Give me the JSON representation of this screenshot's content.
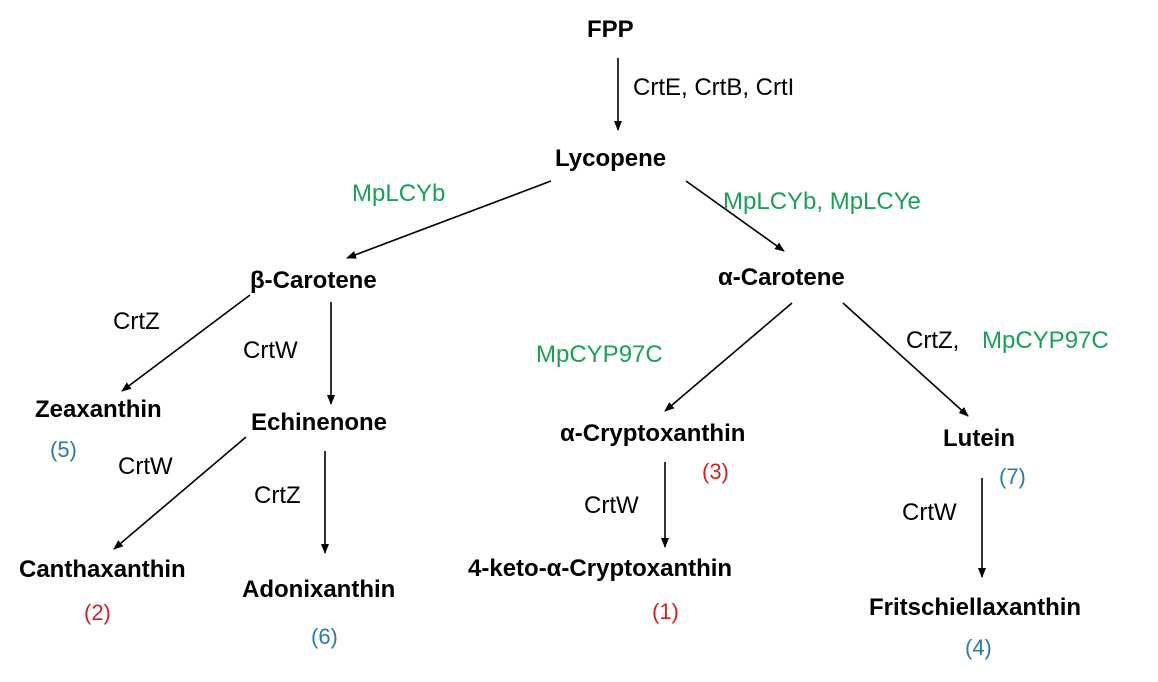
{
  "colors": {
    "black": "#000000",
    "green": "#1aa157",
    "red": "#d62020",
    "blue": "#2a7ab0"
  },
  "compounds": {
    "fpp": "FPP",
    "lycopene": "Lycopene",
    "beta_carotene": "β-Carotene",
    "alpha_carotene": "α-Carotene",
    "zeaxanthin": "Zeaxanthin",
    "echinenone": "Echinenone",
    "alpha_cryptoxanthin": "α-Cryptoxanthin",
    "lutein": "Lutein",
    "canthaxanthin": "Canthaxanthin",
    "adonixanthin": "Adonixanthin",
    "keto_alpha_cryptoxanthin": "4-keto-α-Cryptoxanthin",
    "fritschiellaxanthin": "Fritschiellaxanthin"
  },
  "numbers": {
    "zeaxanthin": "(5)",
    "canthaxanthin": "(2)",
    "adonixanthin": "(6)",
    "alpha_cryptoxanthin": "(3)",
    "keto_alpha_cryptoxanthin": "(1)",
    "lutein": "(7)",
    "fritschiellaxanthin": "(4)"
  },
  "enzymes": {
    "crte_crtb_crti": "CrtE, CrtB, CrtI",
    "mplcyb_left": "MpLCYb",
    "mplcyb_mplcye": "MpLCYb, MpLCYe",
    "crtz_zeaxanthin": "CrtZ",
    "crtw_echinenone": "CrtW",
    "crtw_canthaxanthin": "CrtW",
    "crtz_adonixanthin": "CrtZ",
    "mpcyp97c": "MpCYP97C",
    "crtz_lutein_prefix": "CrtZ,",
    "mpcyp97c_lutein": "MpCYP97C",
    "crtw_keto": "CrtW",
    "crtw_fritschiella": "CrtW"
  }
}
